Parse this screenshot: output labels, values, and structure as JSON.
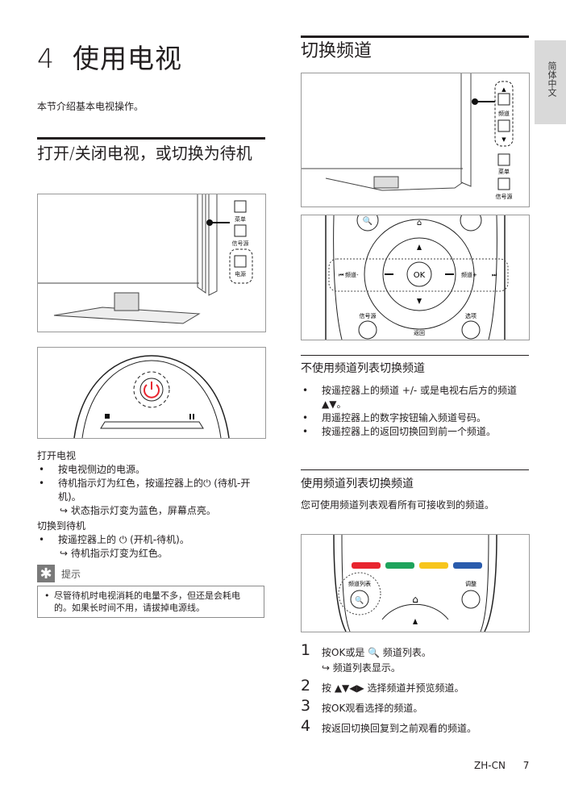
{
  "chapter": {
    "number": "4",
    "title": "使用电视"
  },
  "intro": "本节介绍基本电视操作。",
  "left": {
    "heading": "打开/关闭电视，或切换为待机",
    "tv_panel_labels": [
      "菜单",
      "信号源",
      "电源"
    ],
    "on_title": "打开电视",
    "on_bullets": [
      "按电视侧边的电源。",
      "待机指示灯为红色，按遥控器上的⏻ (待机-开机)。"
    ],
    "on_result": "↪ 状态指示灯变为蓝色，屏幕点亮。",
    "standby_title": "切换到待机",
    "standby_bullets": [
      "按遥控器上的 ⏻ (开机-待机)。"
    ],
    "standby_result": "↪ 待机指示灯变为红色。",
    "tip_label": "提示",
    "tip_text": "尽管待机时电视消耗的电量不多，但还是会耗电的。如果长时间不用，请拔掉电源线。"
  },
  "right": {
    "heading": "切换频道",
    "tv_panel_labels": [
      "频道",
      "菜单",
      "信号源"
    ],
    "remote_labels": {
      "ch_minus": "频道-",
      "ch_plus": "频道+",
      "ok": "OK",
      "source": "信号源",
      "back": "返回",
      "options": "选项"
    },
    "sub1_title": "不使用频道列表切换频道",
    "sub1_bullets": [
      "按遥控器上的频道 +/- 或是电视右后方的频道▲▼。",
      "用遥控器上的数字按钮输入频道号码。",
      "按遥控器上的返回切换回到前一个频道。"
    ],
    "sub2_title": "使用频道列表切换频道",
    "sub2_text": "您可使用频道列表观看所有可接收到的频道。",
    "list_labels": {
      "list": "频道列表",
      "adjust": "调整"
    },
    "steps": [
      {
        "n": "1",
        "text": "按OK或是 🔍 频道列表。",
        "sub": "↪ 频道列表显示。"
      },
      {
        "n": "2",
        "text": "按 ▲▼◀▶ 选择频道并预览频道。"
      },
      {
        "n": "3",
        "text": "按OK观看选择的频道。"
      },
      {
        "n": "4",
        "text": "按返回切换回复到之前观看的频道。"
      }
    ]
  },
  "side_tab": "简体中文",
  "footer": {
    "lang": "ZH-CN",
    "page": "7"
  },
  "colors": {
    "red": "#e8252f",
    "green": "#1fa35c",
    "yellow": "#f7c51c",
    "blue": "#2a5cad"
  }
}
